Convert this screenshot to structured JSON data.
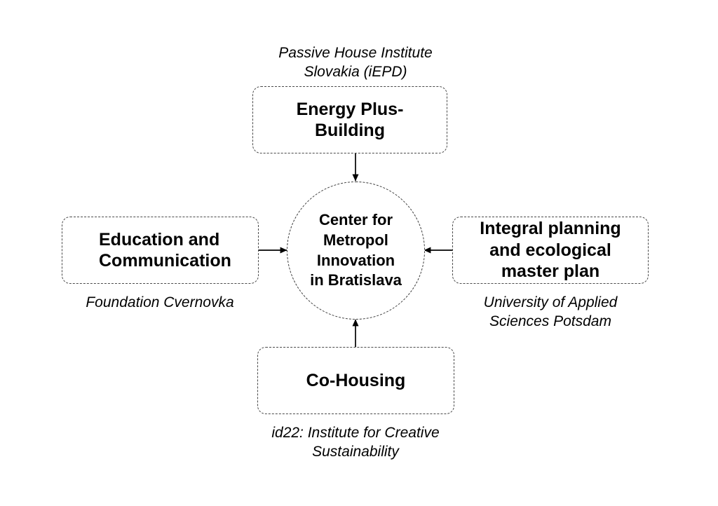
{
  "diagram": {
    "title": "Center for Metropol Innovation in Bratislava",
    "hub": {
      "label": "Center for\nMetropol\nInnovation\nin Bratislava"
    },
    "nodes": [
      {
        "id": "energy-plus-building",
        "position": "top",
        "label": "Energy Plus-\nBuilding",
        "caption": "Passive House Institute\nSlovakia (iEPD)",
        "caption_position": "above"
      },
      {
        "id": "education-and-communication",
        "position": "left",
        "label": "Education and\nCommunication",
        "caption": "Foundation Cvernovka",
        "caption_position": "below"
      },
      {
        "id": "integral-planning-and-ecological-master-plan",
        "position": "right",
        "label": "Integral planning\nand ecological\nmaster plan",
        "caption": "University of Applied\nSciences Potsdam",
        "caption_position": "below"
      },
      {
        "id": "co-housing",
        "position": "bottom",
        "label": "Co-Housing",
        "caption": "id22: Institute for Creative\nSustainability",
        "caption_position": "below"
      }
    ],
    "arrows": [
      {
        "id": "arrow-top-to-hub",
        "from": "energy-plus-building",
        "to": "hub",
        "direction": "down"
      },
      {
        "id": "arrow-left-to-hub",
        "from": "education-and-communication",
        "to": "hub",
        "direction": "right"
      },
      {
        "id": "arrow-right-to-hub",
        "from": "integral-planning-and-ecological-master-plan",
        "to": "hub",
        "direction": "left"
      },
      {
        "id": "arrow-bottom-to-hub",
        "from": "co-housing",
        "to": "hub",
        "direction": "up"
      }
    ],
    "colors": {
      "background": "#ffffff",
      "text": "#000000",
      "border": "#4a4a4a",
      "arrow": "#000000"
    }
  }
}
